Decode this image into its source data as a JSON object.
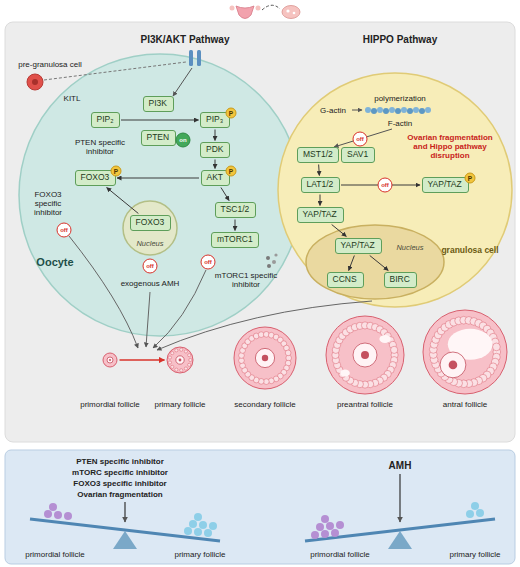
{
  "diagram": {
    "nodes": [
      {
        "text": [
          "Oocyte"
        ]
      },
      {
        "text": [
          "PI3K"
        ],
        "in": 0
      },
      {
        "text": [
          "PIP₂"
        ],
        "in": 0
      },
      {
        "text": [
          "PTEN"
        ],
        "in": 0
      },
      {
        "text": [
          "PIP₃"
        ],
        "in": 0
      },
      {
        "text": [
          "PDK"
        ],
        "in": 0
      },
      {
        "text": [
          "AKT"
        ],
        "in": 0
      },
      {
        "text": [
          "FOXO3"
        ],
        "in": 0
      },
      {
        "text": [
          "TSC1/2"
        ],
        "in": 0
      },
      {
        "text": [
          "mTORC1"
        ],
        "in": 0
      },
      {
        "text": [
          "Nucleus"
        ],
        "in": 0
      },
      {
        "text": [
          "FOXO3"
        ],
        "in": 10
      },
      {
        "text": [
          "granulosa cell"
        ]
      },
      {
        "text": [
          "MST1/2"
        ],
        "in": 12
      },
      {
        "text": [
          "SAV1"
        ],
        "in": 12
      },
      {
        "text": [
          "LAT1/2"
        ],
        "in": 12
      },
      {
        "text": [
          "YAP/TAZ"
        ],
        "in": 12
      },
      {
        "text": [
          "YAP/TAZ"
        ],
        "in": 12
      },
      {
        "text": [
          "Nucleus"
        ],
        "in": 12
      },
      {
        "text": [
          "YAP/TAZ"
        ],
        "in": 18
      },
      {
        "text": [
          "CCNS"
        ],
        "in": 18
      },
      {
        "text": [
          "BIRC"
        ],
        "in": 18
      },
      {
        "text": [
          "primordial follicle"
        ]
      },
      {
        "text": [
          "primary follicle"
        ]
      },
      {
        "text": [
          "secondary follicle"
        ]
      },
      {
        "text": [
          "preantral follicle"
        ]
      },
      {
        "text": [
          "antral follicle"
        ]
      }
    ],
    "edges": [
      {
        "from": 2,
        "to": 4,
        "arrow": "to"
      },
      {
        "from": 4,
        "to": 5,
        "arrow": "to"
      },
      {
        "from": 5,
        "to": 6,
        "arrow": "to"
      },
      {
        "from": 6,
        "to": 7,
        "arrow": "to"
      },
      {
        "from": 6,
        "to": 8,
        "arrow": "to"
      },
      {
        "from": 8,
        "to": 9,
        "arrow": "to"
      },
      {
        "from": 11,
        "to": 7,
        "arrow": "to"
      },
      {
        "from": 13,
        "to": 15,
        "arrow": "to"
      },
      {
        "from": 15,
        "to": 16,
        "arrow": "to"
      },
      {
        "from": 15,
        "to": 17,
        "arrow": "to"
      },
      {
        "from": 17,
        "to": 19,
        "arrow": "to"
      },
      {
        "from": 19,
        "to": 20,
        "arrow": "to"
      },
      {
        "from": 19,
        "to": 21,
        "arrow": "to"
      },
      {
        "from": 22,
        "to": 23,
        "arrow": "to"
      }
    ],
    "labels": [
      "PI3K/AKT Pathway",
      "HIPPO Pathway",
      "pre-granulosa cell",
      "KITL",
      "PTEN specific inhibitor",
      "on",
      "P",
      "P",
      "P",
      "FOXO3 specific inhibitor",
      "off",
      "off",
      "exogenous AMH",
      "off",
      "mTORC1 specific inhibitor",
      "G-actin",
      "polymerization",
      "F-actin",
      "off",
      "Ovarian fragmentation and Hippo pathway disruption",
      "off",
      "P",
      "PTEN specific inhibitor",
      "mTORC specific inhibitor",
      "FOXO3 specific inhibitor",
      "Ovarian fragmentation",
      "primordial follicle",
      "primary follicle",
      "AMH",
      "primordial follicle",
      "primary follicle"
    ]
  }
}
